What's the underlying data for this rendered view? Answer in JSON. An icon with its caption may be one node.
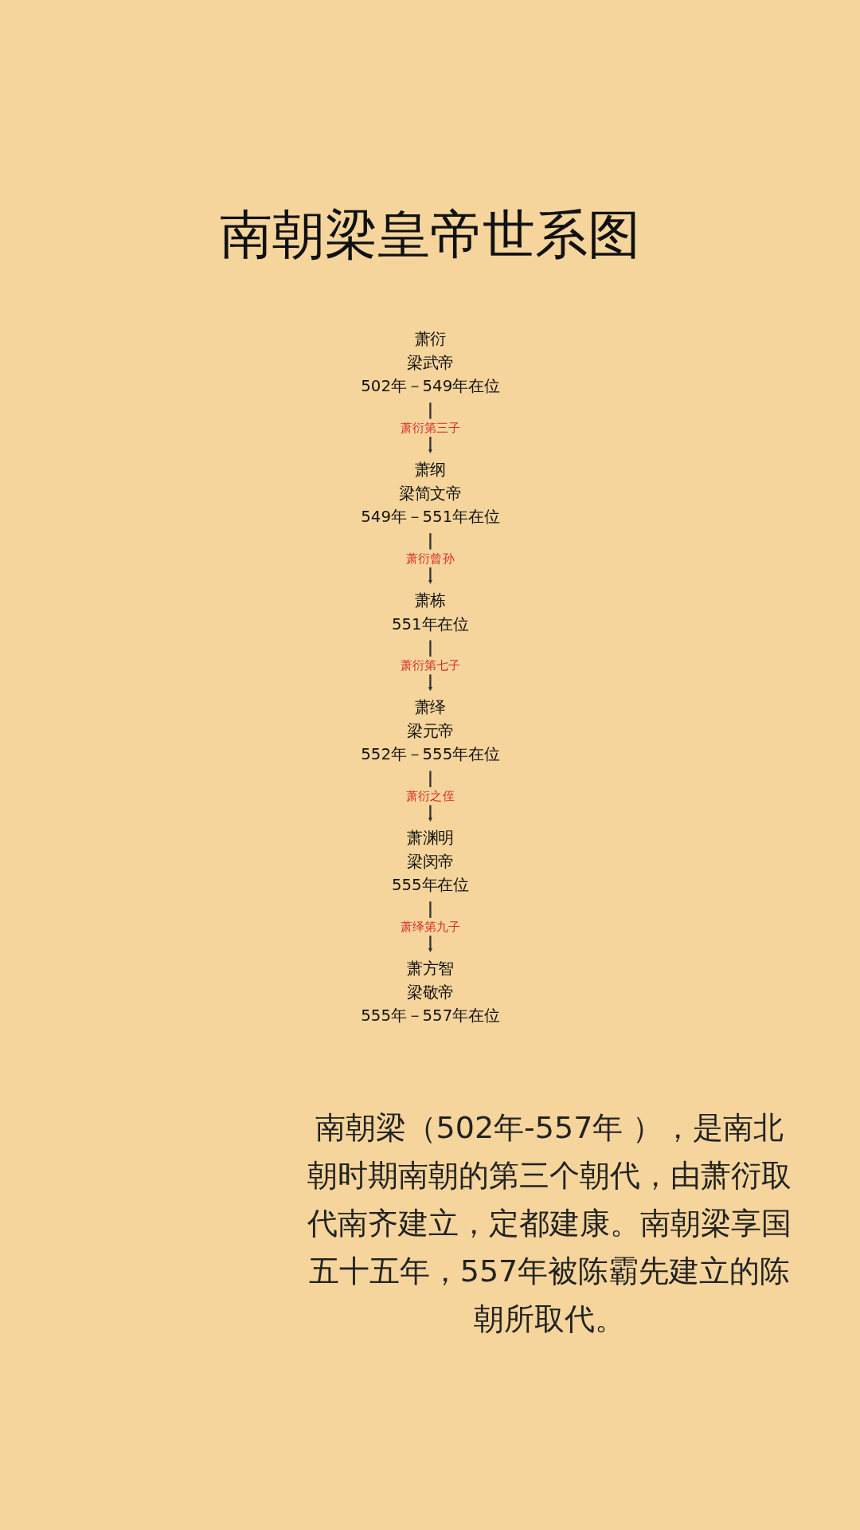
{
  "diagram": {
    "title": "南朝梁皇帝世系图",
    "nodes": [
      {
        "text": [
          "萧衍",
          "梁武帝",
          "502年－549年在位"
        ]
      },
      {
        "text": [
          "萧纲",
          "梁简文帝",
          "549年－551年在位"
        ]
      },
      {
        "text": [
          "萧绎",
          "梁元帝",
          "552年－555年在位"
        ]
      },
      {
        "text": [
          "萧渊明",
          "梁闵帝",
          "555年在位"
        ]
      },
      {
        "text": [
          "萧方智",
          "梁敬帝",
          "555年－557年在位"
        ]
      },
      {
        "text": [
          "萧栋",
          "551年在位"
        ]
      }
    ],
    "edges": [
      {
        "from": 0,
        "to": 1,
        "arrow": "to",
        "label": "萧衍第三子"
      },
      {
        "from": 1,
        "to": 5,
        "arrow": "to",
        "label": "萧衍曾孙"
      },
      {
        "from": 5,
        "to": 2,
        "arrow": "to",
        "label": "萧衍第七子"
      },
      {
        "from": 2,
        "to": 3,
        "arrow": "to",
        "label": "萧衍之侄"
      },
      {
        "from": 3,
        "to": 4,
        "arrow": "to",
        "label": "萧绎第九子"
      }
    ],
    "caption": "南朝梁（502年-557年 ），是南北朝时期南朝的第三个朝代，由萧衍取代南齐建立，定都建康。南朝梁享国五十五年，557年被陈霸先建立的陈朝所取代。"
  }
}
